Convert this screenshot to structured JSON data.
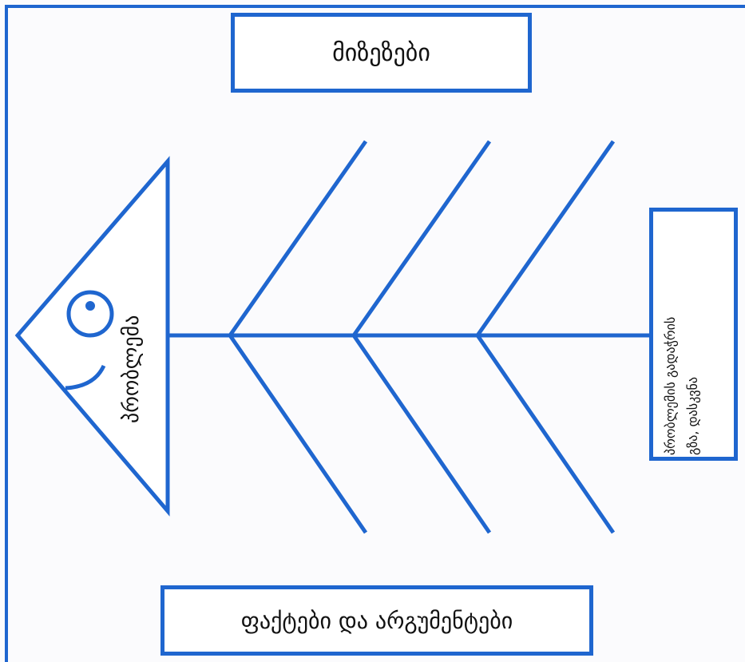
{
  "causes": {
    "title": "მიზეზები"
  },
  "head": {
    "label": "პრობლემა"
  },
  "solution": {
    "line1": "პრობლემის გადაჭრის",
    "line2": "გზა, დასკვნა"
  },
  "facts": {
    "title": "ფაქტები და არგუმენტები"
  },
  "colors": {
    "stroke": "#1f66cf",
    "background": "#ffffff",
    "text": "#111111"
  }
}
